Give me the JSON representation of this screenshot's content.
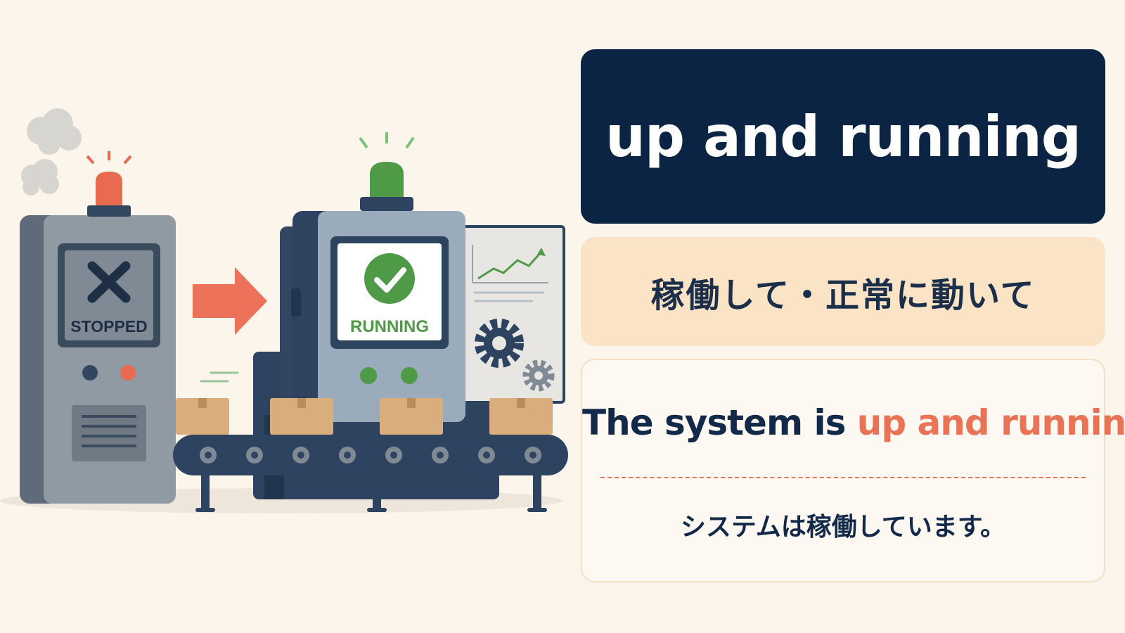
{
  "illustration": {
    "stopped_label": "STOPPED",
    "running_label": "RUNNING",
    "colors": {
      "stopped_light": "#e86a4f",
      "running_light": "#4e9a47",
      "arrow": "#ec735a",
      "machine_dark": "#2e4360",
      "machine_gray": "#8f9aa3"
    },
    "icons": [
      "x-icon",
      "check-icon",
      "gear-icon",
      "trend-arrow-icon",
      "box-icon",
      "smoke-icon",
      "siren-icon"
    ]
  },
  "phrase": "up and running",
  "meaning_ja": "稼働して・正常に動いて",
  "example": {
    "en_before": "The system is ",
    "en_highlight": "up and running",
    "en_after": ".",
    "ja": "システムは稼働しています。"
  },
  "colors": {
    "background": "#fbf5ec",
    "title_bg": "#0c2444",
    "meaning_bg": "#fbe3c6",
    "highlight": "#ea7356",
    "text_dark": "#13294a"
  }
}
